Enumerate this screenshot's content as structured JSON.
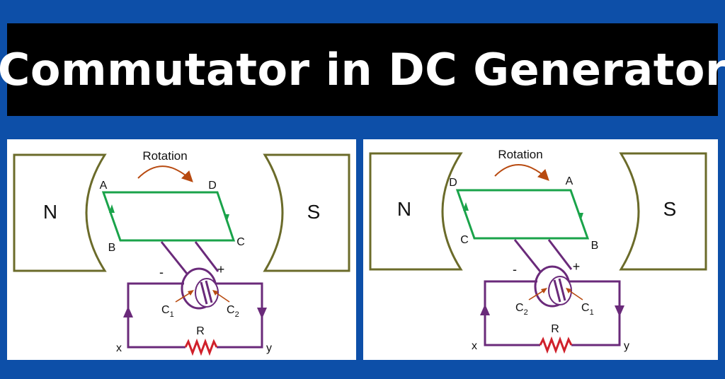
{
  "title": "Commutator in DC Generator",
  "colors": {
    "background": "#0d4fa8",
    "title_bar": "#000000",
    "title_text": "#ffffff",
    "magnet_outline": "#6b6b2a",
    "coil": "#1aa34a",
    "circuit": "#6a2a7a",
    "resistor": "#d0202a",
    "rotation_arrow": "#b84a10"
  },
  "diagrams": [
    {
      "rotation": "Rotation",
      "north": "N",
      "south": "S",
      "corner_top_left": "A",
      "corner_top_right": "D",
      "corner_bottom_left": "B",
      "corner_bottom_right": "C",
      "minus": "-",
      "plus": "+",
      "brush_left": "C",
      "brush_left_sub": "1",
      "brush_right": "C",
      "brush_right_sub": "2",
      "resistor": "R",
      "terminal_left": "x",
      "terminal_right": "y"
    },
    {
      "rotation": "Rotation",
      "north": "N",
      "south": "S",
      "corner_top_left": "D",
      "corner_top_right": "A",
      "corner_bottom_left": "C",
      "corner_bottom_right": "B",
      "minus": "-",
      "plus": "+",
      "brush_left": "C",
      "brush_left_sub": "2",
      "brush_right": "C",
      "brush_right_sub": "1",
      "resistor": "R",
      "terminal_left": "x",
      "terminal_right": "y"
    }
  ]
}
